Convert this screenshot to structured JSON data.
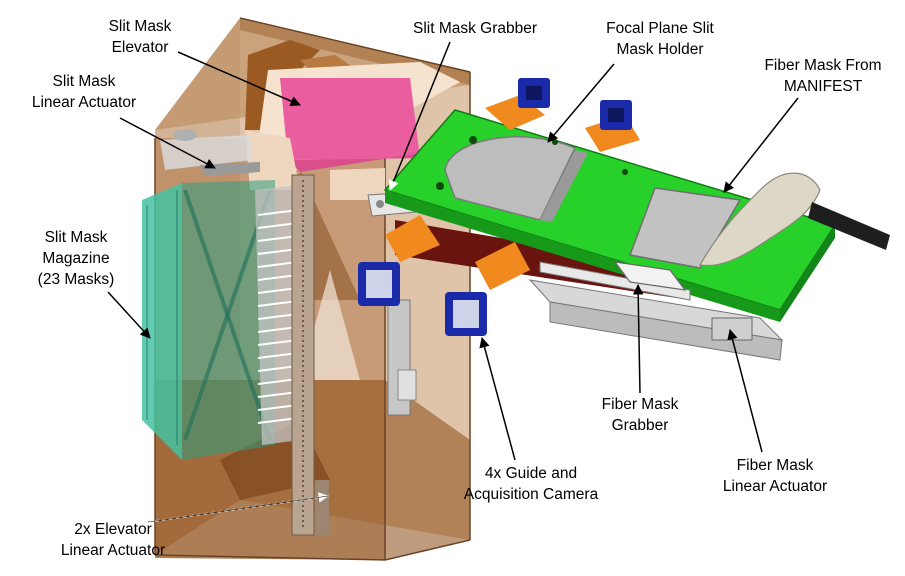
{
  "labels": {
    "slit_mask_elevator": {
      "line1": "Slit Mask",
      "line2": "Elevator"
    },
    "slit_mask_linear_actuator": {
      "line1": "Slit Mask",
      "line2": "Linear Actuator"
    },
    "slit_mask_grabber": {
      "line1": "Slit Mask Grabber"
    },
    "focal_plane_slit_mask_holder": {
      "line1": "Focal Plane Slit",
      "line2": "Mask Holder"
    },
    "fiber_mask_from_manifest": {
      "line1": "Fiber Mask From",
      "line2": "MANIFEST"
    },
    "slit_mask_magazine": {
      "line1": "Slit Mask",
      "line2": "Magazine",
      "line3": "(23 Masks)"
    },
    "fiber_mask_grabber": {
      "line1": "Fiber Mask",
      "line2": "Grabber"
    },
    "guide_acquisition_camera": {
      "line1": "4x Guide and",
      "line2": "Acquisition Camera"
    },
    "fiber_mask_linear_actuator": {
      "line1": "Fiber Mask",
      "line2": "Linear Actuator"
    },
    "elevator_linear_actuator": {
      "line1": "2x Elevator",
      "line2": "Linear Actuator"
    }
  },
  "colors": {
    "housing": "#8b5a2b",
    "pink_mask": "#e8589a",
    "green_holder": "#22cc22",
    "orange_camera": "#f08a1e",
    "blue_camera": "#1a2aa8",
    "teal_magazine": "#3aa98a",
    "grey_actuator": "#c8c8c8"
  }
}
